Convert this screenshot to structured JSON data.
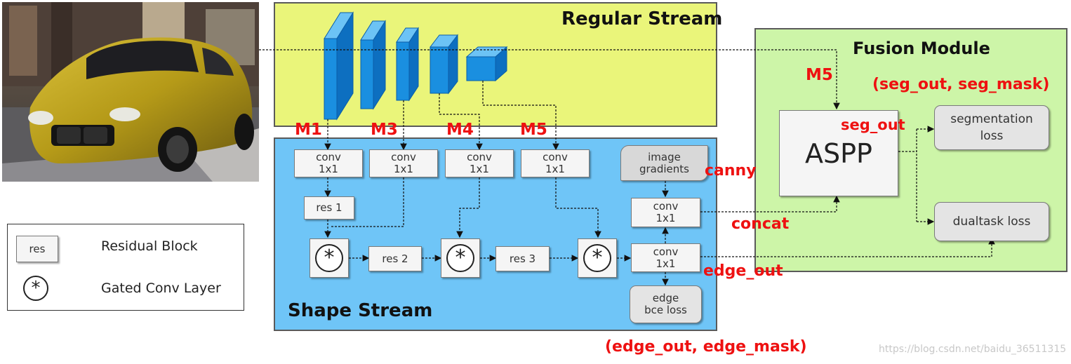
{
  "regular_stream": {
    "title": "Regular Stream"
  },
  "shape_stream": {
    "title": "Shape Stream",
    "conv_boxes": [
      "conv\n1x1",
      "conv\n1x1",
      "conv\n1x1",
      "conv\n1x1"
    ],
    "res1": "res 1",
    "res2": "res 2",
    "res3": "res 3",
    "image_gradients": "image\ngradients",
    "conv_top": "conv\n1x1",
    "conv_bottom": "conv\n1x1",
    "edge_loss": "edge\nbce loss"
  },
  "fusion_module": {
    "title": "Fusion Module",
    "aspp": "ASPP",
    "segmentation_loss": "segmentation\nloss",
    "dualtask_loss": "dualtask loss"
  },
  "annotations": {
    "m1": "M1",
    "m3": "M3",
    "m4": "M4",
    "m5_shape": "M5",
    "m5_fusion": "M5",
    "canny": "canny",
    "concat": "concat",
    "edge_out": "edge_out",
    "seg_out": "seg_out",
    "seg_out_mask": "(seg_out,  seg_mask)",
    "edge_out_mask": "(edge_out,  edge_mask)"
  },
  "legend": {
    "res_box": "res",
    "res_label": "Residual Block",
    "gate_label": "Gated Conv Layer"
  },
  "watermark": "https://blog.csdn.net/baidu_36511315",
  "colors": {
    "regular_bg": "#eaf57a",
    "shape_bg": "#6fc5f7",
    "fusion_bg": "#cdf5a8",
    "block_blue": "#1a8fe0",
    "annotation_red": "#ee1111"
  }
}
